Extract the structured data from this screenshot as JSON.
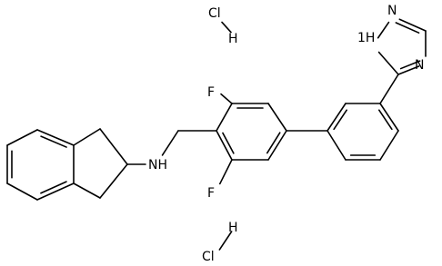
{
  "structure": {
    "labels": {
      "cl_top": "Cl",
      "h_top": "H",
      "cl_bottom": "Cl",
      "h_bottom": "H",
      "f_top": "F",
      "f_bottom": "F",
      "nh": "NH",
      "triazole_nh": "1H",
      "triazole_n_top": "N",
      "triazole_n_bottom": "N"
    }
  }
}
